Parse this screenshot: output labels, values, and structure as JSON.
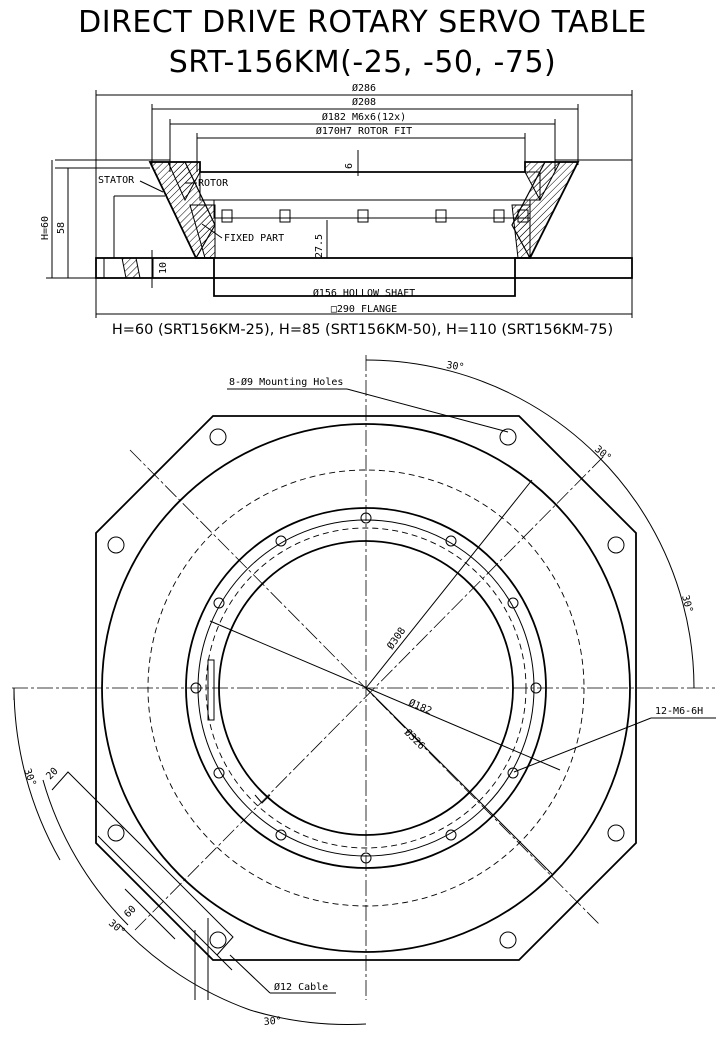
{
  "title": {
    "line1": "DIRECT DRIVE ROTARY SERVO TABLE",
    "line2": "SRT-156KM(-25, -50, -75)"
  },
  "section": {
    "dia_286": "Ø286",
    "dia_208": "Ø208",
    "dia_182_thread": "Ø182 M6x6(12x)",
    "dia_170": "Ø170H7 ROTOR FIT",
    "dim_6": "6",
    "stator": "STATOR",
    "rotor": "ROTOR",
    "fixed_part": "FIXED PART",
    "h60": "H=60",
    "dim_58": "58",
    "dim_10": "10",
    "dim_27_5": "27.5",
    "hollow_shaft": "Ø156 HOLLOW SHAFT",
    "flange": "□290 FLANGE"
  },
  "height_note": "H=60 (SRT156KM-25), H=85 (SRT156KM-50), H=110 (SRT156KM-75)",
  "plan": {
    "mounting_holes": "8-Ø9 Mounting Holes",
    "angle": "30°",
    "dia_308": "Ø308",
    "dia_182": "Ø182",
    "dia_326": "Ø326",
    "thread": "12-M6-6H",
    "dim_20": "20",
    "dim_60": "60",
    "cable": "Ø12 Cable"
  }
}
